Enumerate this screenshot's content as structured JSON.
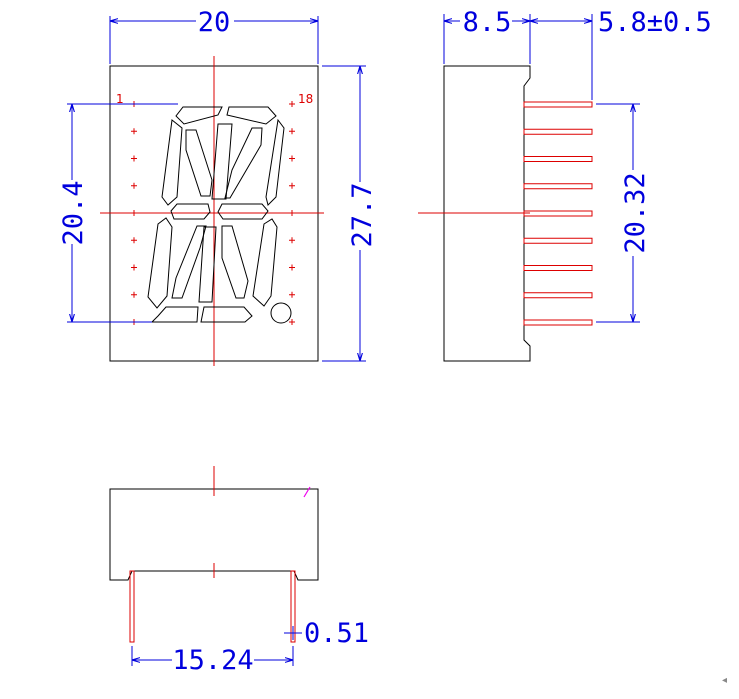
{
  "colors": {
    "outline": "#000000",
    "dimension": "#0000dd",
    "centerline": "#dd0000",
    "pins": "#dd0000",
    "marker": "#ee00ee"
  },
  "front_view": {
    "pin_labels": {
      "first": "1",
      "last": "18"
    },
    "dimensions": {
      "width": "20",
      "height": "27.7",
      "digit_height": "20.4"
    }
  },
  "side_view": {
    "dimensions": {
      "body_depth": "8.5",
      "pin_length": "5.8±0.5",
      "pin_span": "20.32"
    },
    "pin_count": 9
  },
  "bottom_view": {
    "dimensions": {
      "pin_pitch_row": "15.24",
      "pin_thickness": "0.51"
    }
  },
  "corner_glyph": "◂"
}
